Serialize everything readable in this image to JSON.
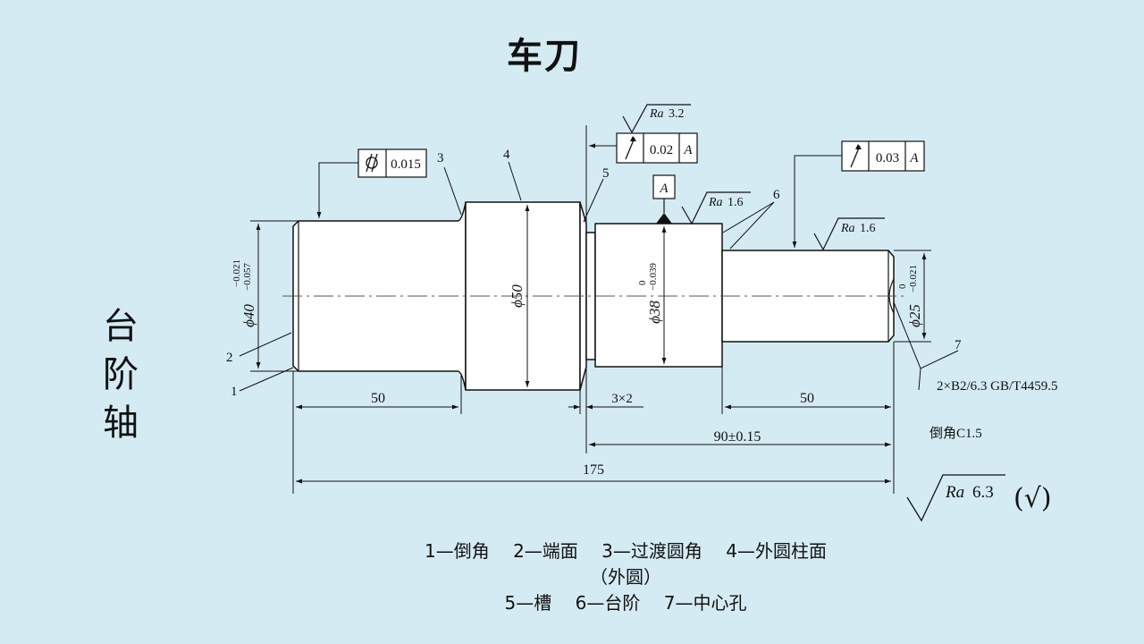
{
  "title": "车刀",
  "side_label": [
    "台",
    "阶",
    "轴"
  ],
  "colors": {
    "background": "#d5ebf3",
    "part_fill": "#ffffff",
    "line": "#111111"
  },
  "callouts": {
    "c1": "1",
    "c2": "2",
    "c3": "3",
    "c4": "4",
    "c5": "5",
    "c6": "6",
    "c7": "7"
  },
  "tolerance_frames": {
    "cylindricity": {
      "value": "0.015"
    },
    "runout_top": {
      "value": "0.02",
      "datum": "A"
    },
    "runout_right": {
      "value": "0.03",
      "datum": "A"
    },
    "datum_label": "A"
  },
  "roughness": {
    "r_top": {
      "prefix": "Ra",
      "value": "3.2"
    },
    "r_mid": {
      "prefix": "Ra",
      "value": "1.6"
    },
    "r_right": {
      "prefix": "Ra",
      "value": "1.6"
    },
    "r_general": {
      "prefix": "Ra",
      "value": "6.3"
    },
    "general_paren": "(√)"
  },
  "dimensions": {
    "len_left": "50",
    "groove": "3×2",
    "len_right": "50",
    "len_mid": "90±0.15",
    "total": "175",
    "dia_40": {
      "base": "ϕ40",
      "upper": "−0.021",
      "lower": "−0.057"
    },
    "dia_50": "ϕ50",
    "dia_38": {
      "base": "ϕ38",
      "upper": "0",
      "lower": "−0.039"
    },
    "dia_25": {
      "base": "ϕ25",
      "upper": "0",
      "lower": "−0.021"
    }
  },
  "notes": {
    "center_hole": "2×B2/6.3 GB/T4459.5",
    "chamfer": "倒角C1.5"
  },
  "legend": {
    "line1": [
      "1—倒角",
      "2—端面",
      "3—过渡圆角",
      "4—外圆柱面"
    ],
    "line2": "（外圆）",
    "line3": [
      "5—槽",
      "6—台阶",
      "7—中心孔"
    ]
  }
}
